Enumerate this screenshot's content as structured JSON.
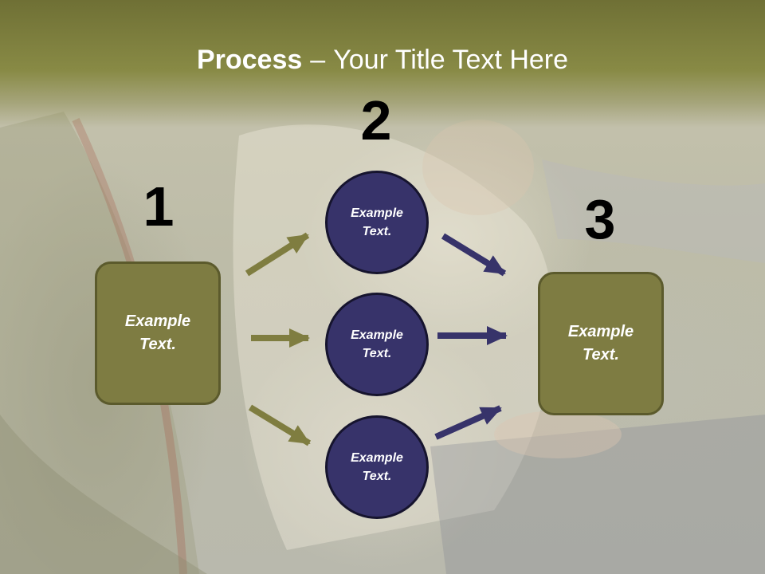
{
  "title": {
    "bold": "Process",
    "separator": "–",
    "rest": "Your Title Text Here"
  },
  "steps": [
    {
      "number": "1",
      "box_text": "Example Text."
    },
    {
      "number": "2"
    },
    {
      "number": "3",
      "box_text": "Example Text."
    }
  ],
  "circles": [
    {
      "text": "Example Text."
    },
    {
      "text": "Example Text."
    },
    {
      "text": "Example Text."
    }
  ],
  "colors": {
    "title_band": "#858741",
    "box_fill": "#7e7c42",
    "box_border": "#5b5a2c",
    "circle_fill": "#37336a",
    "circle_border": "#16142e",
    "arrow_left": "#7f7d40",
    "arrow_right": "#37336a",
    "number_text": "#000000",
    "title_text": "#ffffff"
  }
}
